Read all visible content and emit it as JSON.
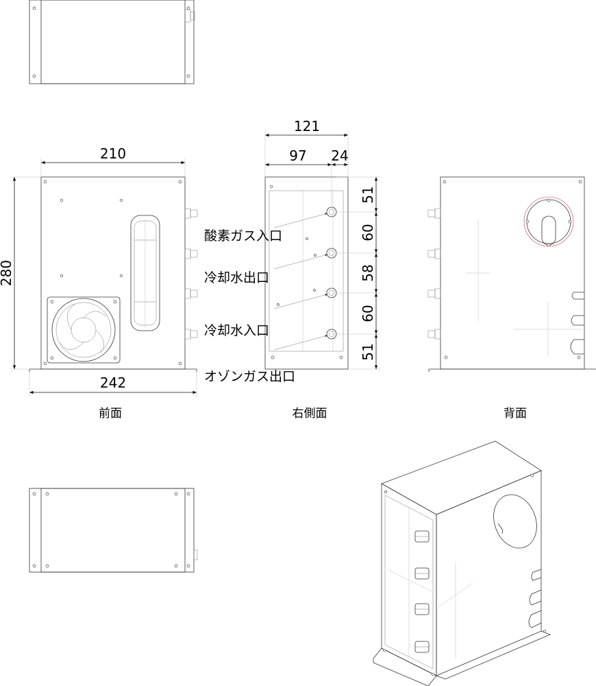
{
  "dimensions": {
    "front_width": "210",
    "height": "280",
    "base_width": "242",
    "side_depth": "121",
    "side_main": "97",
    "side_offset": "24",
    "pitch_1": "51",
    "pitch_2": "60",
    "pitch_3": "58",
    "pitch_4": "60",
    "pitch_5": "51"
  },
  "ports": {
    "oxygen_in": "酸素ガス入口",
    "cooling_out": "冷却水出口",
    "cooling_in": "冷却水入口",
    "ozone_out": "オゾンガス出口"
  },
  "views": {
    "front": "前面",
    "right_side": "右側面",
    "back": "背面"
  }
}
